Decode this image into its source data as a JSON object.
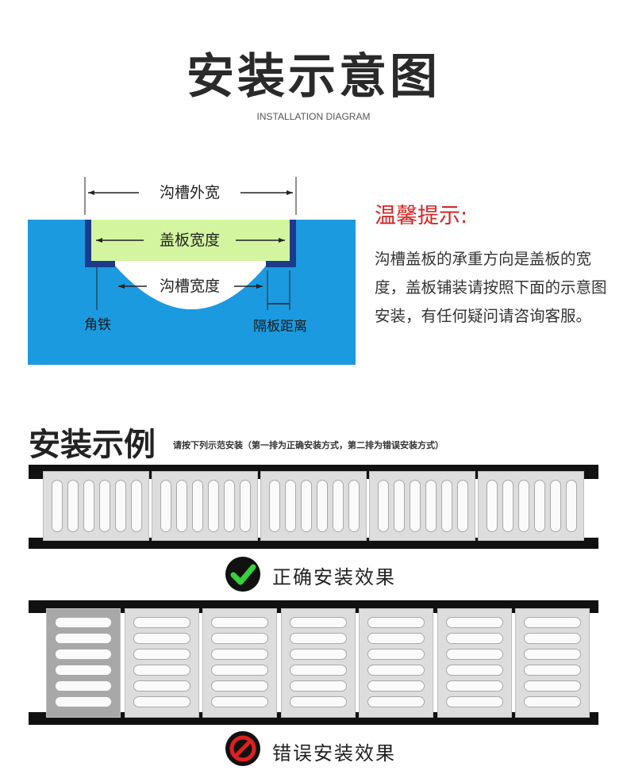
{
  "header": {
    "title": "安装示意图",
    "subtitle": "INSTALLATION DIAGRAM"
  },
  "diagram": {
    "outer_width_label": "沟槽外宽",
    "cover_width_label": "盖板宽度",
    "trench_width_label": "沟槽宽度",
    "angle_iron_label": "角铁",
    "gap_label": "隔板距离",
    "colors": {
      "ground": "#1b9ae0",
      "cover": "#d4f5a0",
      "angle_iron": "#1c3a8c"
    }
  },
  "tips": {
    "title": "温馨提示:",
    "text": "沟槽盖板的承重方向是盖板的宽度，盖板铺装请按照下面的示意图安装，有任何疑问请咨询客服。"
  },
  "example": {
    "title": "安装示例",
    "note": "请按下列示范安装（第一排为正确安装方式，第二排为错误安装方式）"
  },
  "correct": {
    "caption": "正确安装效果",
    "icon": "check-icon",
    "color": "#36d13c"
  },
  "wrong": {
    "caption": "错误安装效果",
    "icon": "prohibited-icon",
    "color": "#e02020"
  }
}
